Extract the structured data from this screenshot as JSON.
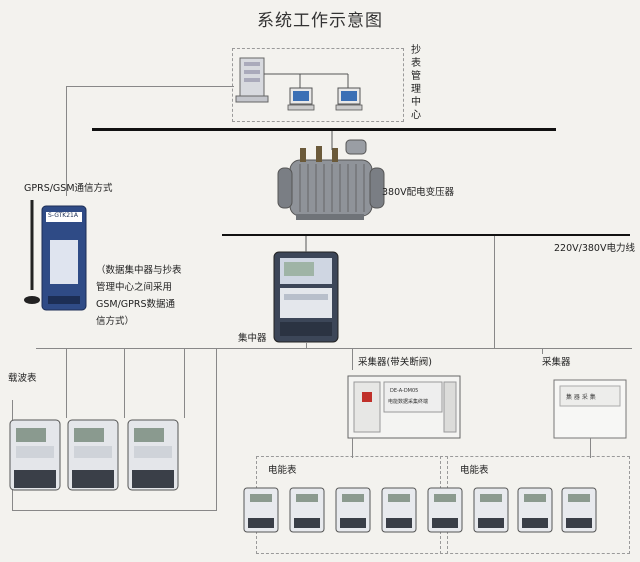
{
  "title": "系统工作示意图",
  "labels": {
    "meter_center": "抄表管理中心",
    "transformer": "380V配电变压器",
    "comm_mode": "GPRS/GSM通信方式",
    "power_line": "220V/380V电力线",
    "concentrator": "集中器",
    "concentrator_note": [
      "（数据集中器与抄表",
      "管理中心之间采用",
      "GSM/GPRS数据通",
      "信方式）"
    ],
    "carrier_meter": "载波表",
    "collector_breaker": "采集器(带关断阀)",
    "collector": "采集器",
    "energy_meter_1": "电能表",
    "energy_meter_2": "电能表"
  },
  "device_text": {
    "modem_model": "S-GTK21A",
    "collector_panel": "DE-A-DM05",
    "collector_sub": "电能数据采集终端",
    "collector_box": "集 器 采 集"
  }
}
